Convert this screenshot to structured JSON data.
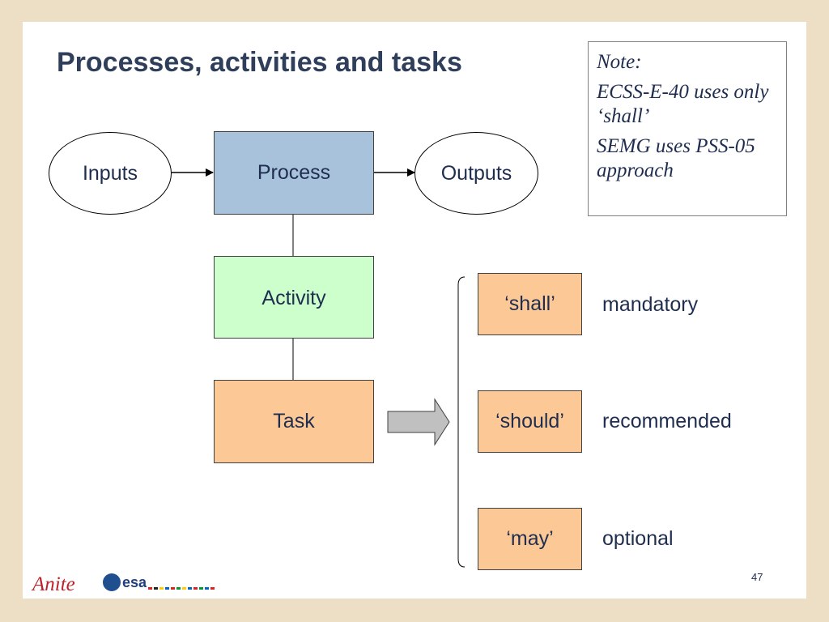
{
  "slide": {
    "title": "Processes, activities and tasks",
    "page_number": "47"
  },
  "note": {
    "heading": "Note:",
    "line1": "ECSS-E-40 uses only ‘shall’",
    "line2": "SEMG uses PSS-05 approach"
  },
  "diagram": {
    "inputs": "Inputs",
    "process": "Process",
    "outputs": "Outputs",
    "activity": "Activity",
    "task": "Task"
  },
  "verbs": [
    {
      "keyword": "‘shall’",
      "meaning": "mandatory"
    },
    {
      "keyword": "‘should’",
      "meaning": "recommended"
    },
    {
      "keyword": "‘may’",
      "meaning": "optional"
    }
  ],
  "footer": {
    "anite_logo": "Anite",
    "esa_logo": "esa"
  },
  "colors": {
    "process_fill": "#a9c2db",
    "activity_fill": "#ccffcc",
    "task_fill": "#fcc896",
    "title_color": "#2f3f5b",
    "background": "#ecdfc6"
  }
}
